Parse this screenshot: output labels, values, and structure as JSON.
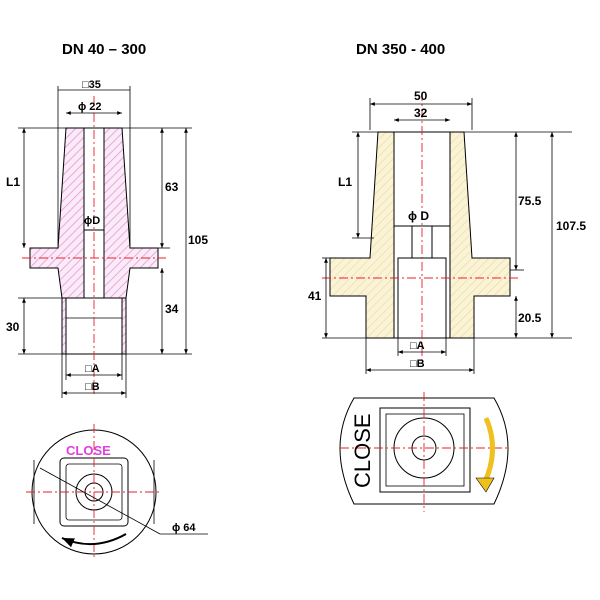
{
  "left_drawing": {
    "title": "DN 40 – 300",
    "dims": {
      "top_square": "□35",
      "bore": "ϕ 22",
      "l1": "L1",
      "d": "ϕD",
      "h63": "63",
      "h105": "105",
      "h34": "34",
      "h30": "30",
      "a": "□A",
      "b": "□B",
      "dia64": "ϕ 64"
    },
    "close_label": "CLOSE"
  },
  "right_drawing": {
    "title": "DN 350 - 400",
    "dims": {
      "w50": "50",
      "w32": "32",
      "l1": "L1",
      "d": "ϕ D",
      "h75": "75.5",
      "h107": "107.5",
      "h41": "41",
      "h20": "20.5",
      "a": "□A",
      "b": "□B"
    },
    "close_label": "CLOSE"
  },
  "colors": {
    "hatch_pink": "#e39ad6",
    "hatch_yellow": "#f8ecc4",
    "axis_red": "#e8202a",
    "close_magenta": "#e040e0",
    "arrow_yellow": "#f0c020"
  }
}
